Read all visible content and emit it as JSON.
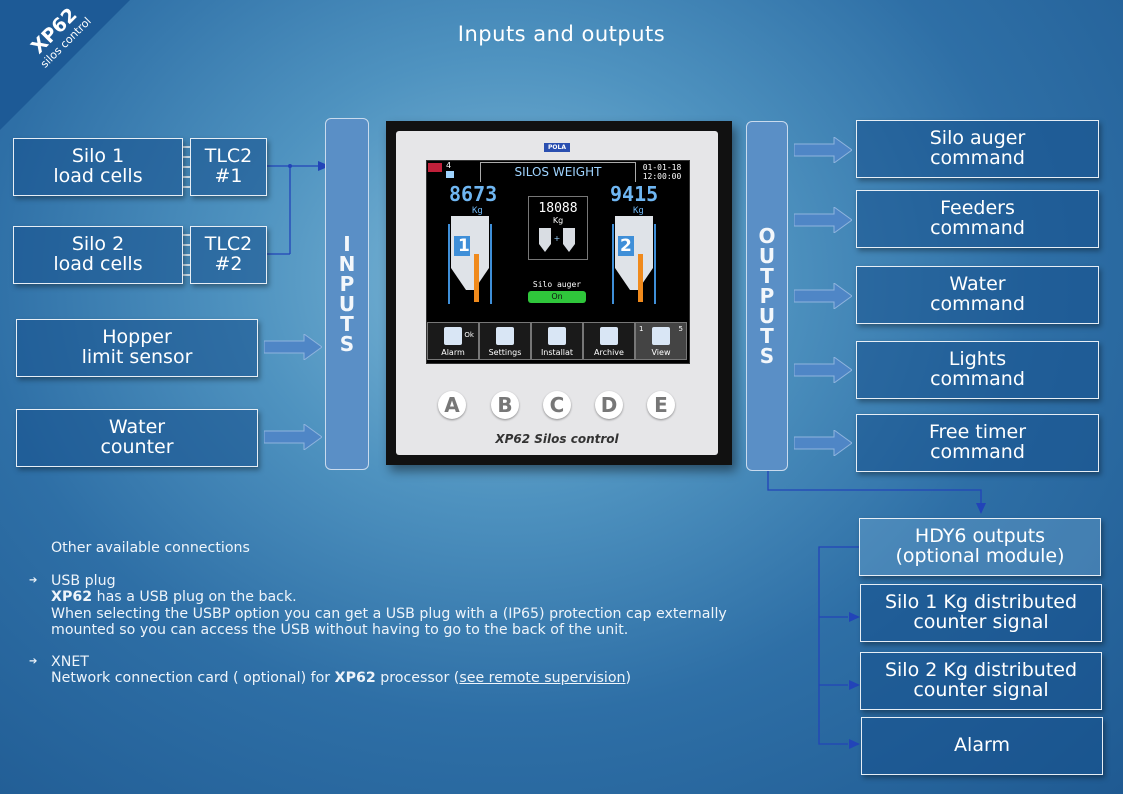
{
  "corner": {
    "brand": "XP62",
    "sub": "silos control"
  },
  "title": "Inputs and outputs",
  "inputs": {
    "label_letters": [
      "I",
      "N",
      "P",
      "U",
      "T",
      "S"
    ],
    "silo1": {
      "lines": [
        "Silo 1",
        "load cells"
      ]
    },
    "silo2": {
      "lines": [
        "Silo 2",
        "load cells"
      ]
    },
    "tlc1": {
      "lines": [
        "TLC2",
        "#1"
      ]
    },
    "tlc2": {
      "lines": [
        "TLC2",
        "#2"
      ]
    },
    "hopper": {
      "lines": [
        "Hopper",
        "limit sensor"
      ]
    },
    "water": {
      "lines": [
        "Water",
        "counter"
      ]
    }
  },
  "outputs": {
    "label_letters": [
      "O",
      "U",
      "T",
      "P",
      "U",
      "T",
      "S"
    ],
    "items": [
      {
        "lines": [
          "Silo auger",
          "command"
        ]
      },
      {
        "lines": [
          "Feeders",
          "command"
        ]
      },
      {
        "lines": [
          "Water",
          "command"
        ]
      },
      {
        "lines": [
          "Lights",
          "command"
        ]
      },
      {
        "lines": [
          "Free timer",
          "command"
        ]
      }
    ]
  },
  "hdy6": {
    "header": {
      "lines": [
        "HDY6 outputs",
        "(optional module)"
      ]
    },
    "items": [
      {
        "lines": [
          "Silo 1 Kg distributed",
          "counter signal"
        ]
      },
      {
        "lines": [
          "Silo 2 Kg distributed",
          "counter signal"
        ]
      },
      {
        "lines": [
          "Alarm"
        ]
      }
    ]
  },
  "device": {
    "brand_badge": "POLA",
    "label": "XP62  Silos control",
    "screen": {
      "title": "SILOS WEIGHT",
      "alarm_count": "4",
      "date": "01-01-18",
      "time": "12:00:00",
      "silo1_value": "8673",
      "silo2_value": "9415",
      "total_value": "18088",
      "unit": "Kg",
      "silo1_num": "1",
      "silo2_num": "2",
      "auger_label": "Silo auger",
      "auger_state": "On",
      "tabs": [
        "Alarm",
        "Settings",
        "Installat",
        "Archive",
        "View"
      ],
      "alarm_ok": "Ok",
      "view_range_start": "1",
      "view_range_end": "5"
    },
    "buttons": [
      "A",
      "B",
      "C",
      "D",
      "E"
    ]
  },
  "notes": {
    "heading": "Other available connections",
    "usb": {
      "title": "USB plug",
      "line1_bold": "XP62",
      "line1_rest": " has a USB plug on the back.",
      "line2": "When selecting the USBP  option you can get  a USB plug with a  (IP65) protection cap externally",
      "line3": "mounted so you can access the USB without having to go to the back of the unit."
    },
    "xnet": {
      "title": "XNET",
      "pre": "Network connection card ( optional)  for ",
      "bold": "XP62",
      "mid": " processor (",
      "link": "see remote supervision",
      "post": ")"
    }
  },
  "colors": {
    "accent_line": "#1f3fb0",
    "arrow_fill": "#4f86c6",
    "column_fill": "#5a8fc6"
  }
}
